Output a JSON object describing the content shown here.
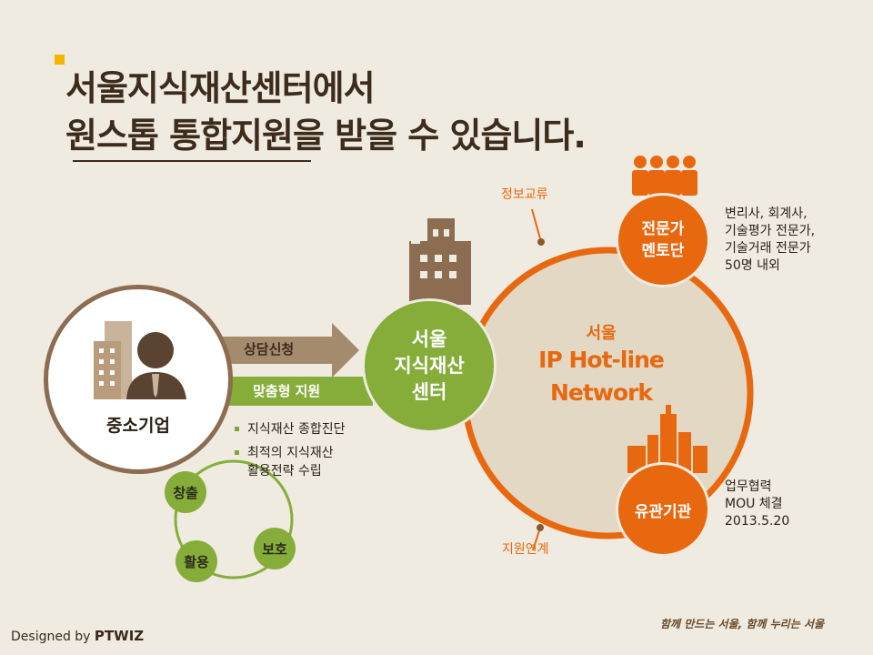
{
  "title": {
    "line1": "서울지식재산센터에서",
    "line2": "원스톱 통합지원을 받을 수 있습니다."
  },
  "company": {
    "label": "중소기업"
  },
  "arrows": {
    "to_center": "상담신청",
    "to_company": "맞춤형 지원"
  },
  "support_items": [
    "지식재산 종합진단",
    "최적의 지식재산\n활용전략 수립"
  ],
  "cycle": {
    "create": "창출",
    "protect": "보호",
    "use": "활용"
  },
  "center": {
    "label": "서울\n지식재산\n센터"
  },
  "network": {
    "line1": "서울",
    "line2": "IP Hot-line\nNetwork"
  },
  "links": {
    "top": "정보교류",
    "bottom": "지원연계"
  },
  "mentor": {
    "label": "전문가\n멘토단",
    "note": "변리사, 회계사,\n기술평가 전문가,\n기술거래 전문가\n50명 내외"
  },
  "agency": {
    "label": "유관기관",
    "note": "업무협력\nMOU 체결\n2013.5.20"
  },
  "footer": {
    "designed_by_prefix": "Designed by ",
    "designed_by_brand": "PTWIZ",
    "slogan": "함께 만드는 서울, 함께 누리는 서울"
  },
  "colors": {
    "brown": "#8c6d51",
    "light_brown": "#a58b6e",
    "green": "#86ad3a",
    "orange": "#e8680f",
    "network_fill": "#e2d8c4",
    "background": "#efebe0"
  }
}
